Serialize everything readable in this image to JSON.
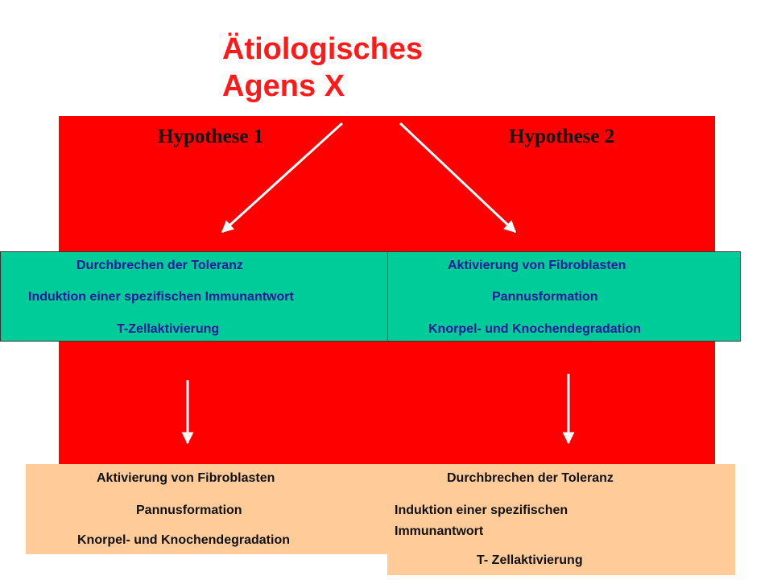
{
  "title": {
    "line1": "Ätiologisches",
    "line2": "Agens X"
  },
  "hypotheses": {
    "h1": "Hypothese 1",
    "h2": "Hypothese 2"
  },
  "green_left": {
    "l1": "Durchbrechen der Toleranz",
    "l2": "Induktion einer spezifischen Immunantwort",
    "l3": "T-Zellaktivierung"
  },
  "green_right": {
    "l1": "Aktivierung von Fibroblasten",
    "l2": "Pannusformation",
    "l3": "Knorpel- und Knochendegradation"
  },
  "peach_left": {
    "l1": "Aktivierung von Fibroblasten",
    "l2": "Pannusformation",
    "l3": "Knorpel- und Knochendegradation"
  },
  "peach_right": {
    "l1": "Durchbrechen der Toleranz",
    "l2a": "Induktion einer spezifischen",
    "l2b": "Immunantwort",
    "l3": "T- Zellaktivierung"
  },
  "colors": {
    "red_panel": "#ff0000",
    "title": "#ff1a1a",
    "green_box": "#00cc99",
    "green_text": "#1a1a99",
    "peach_box": "#ffcc99"
  }
}
